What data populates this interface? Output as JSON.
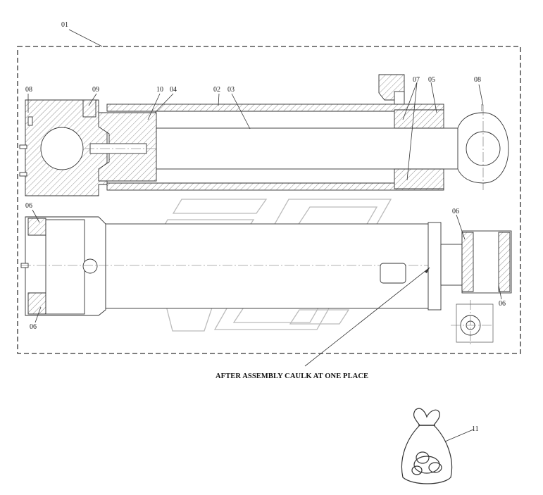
{
  "callouts": {
    "c01": "01",
    "c02": "02",
    "c03": "03",
    "c04": "04",
    "c05": "05",
    "c06_top_left": "06",
    "c06_bottom_left": "06",
    "c06_right": "06",
    "c06_right_bottom": "06",
    "c07": "07",
    "c08_left": "08",
    "c08_right": "08",
    "c09": "09",
    "c10": "10",
    "c11": "11"
  },
  "note": "AFTER ASSEMBLY CAULK AT ONE PLACE"
}
